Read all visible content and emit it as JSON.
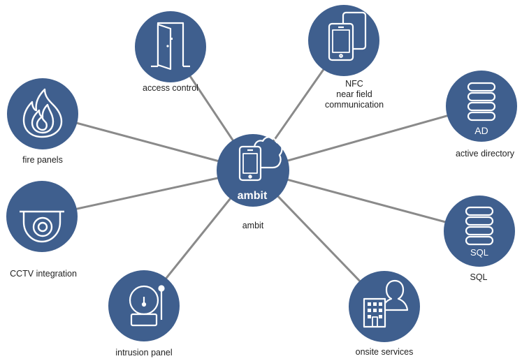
{
  "colors": {
    "node_fill": "#3f5f8e",
    "edge": "#8a8a8a",
    "icon": "#ffffff",
    "label": "#222222"
  },
  "hub": {
    "icon": "phone-cloud-icon",
    "badge": "ambit",
    "label": "ambit"
  },
  "nodes": [
    {
      "id": "access-control",
      "icon": "door-icon",
      "label": "access control"
    },
    {
      "id": "nfc",
      "icon": "phones-icon",
      "label_lines": [
        "NFC",
        "near field",
        "communication"
      ]
    },
    {
      "id": "active-directory",
      "icon": "database-icon",
      "badge": "AD",
      "label": "active directory"
    },
    {
      "id": "sql",
      "icon": "database-icon",
      "badge": "SQL",
      "label": "SQL"
    },
    {
      "id": "onsite-services",
      "icon": "building-person-icon",
      "label": "onsite services"
    },
    {
      "id": "intrusion-panel",
      "icon": "bell-icon",
      "label": "intrusion panel"
    },
    {
      "id": "cctv",
      "icon": "camera-dome-icon",
      "label": "CCTV integration"
    },
    {
      "id": "fire-panels",
      "icon": "flame-icon",
      "label": "fire panels"
    }
  ]
}
